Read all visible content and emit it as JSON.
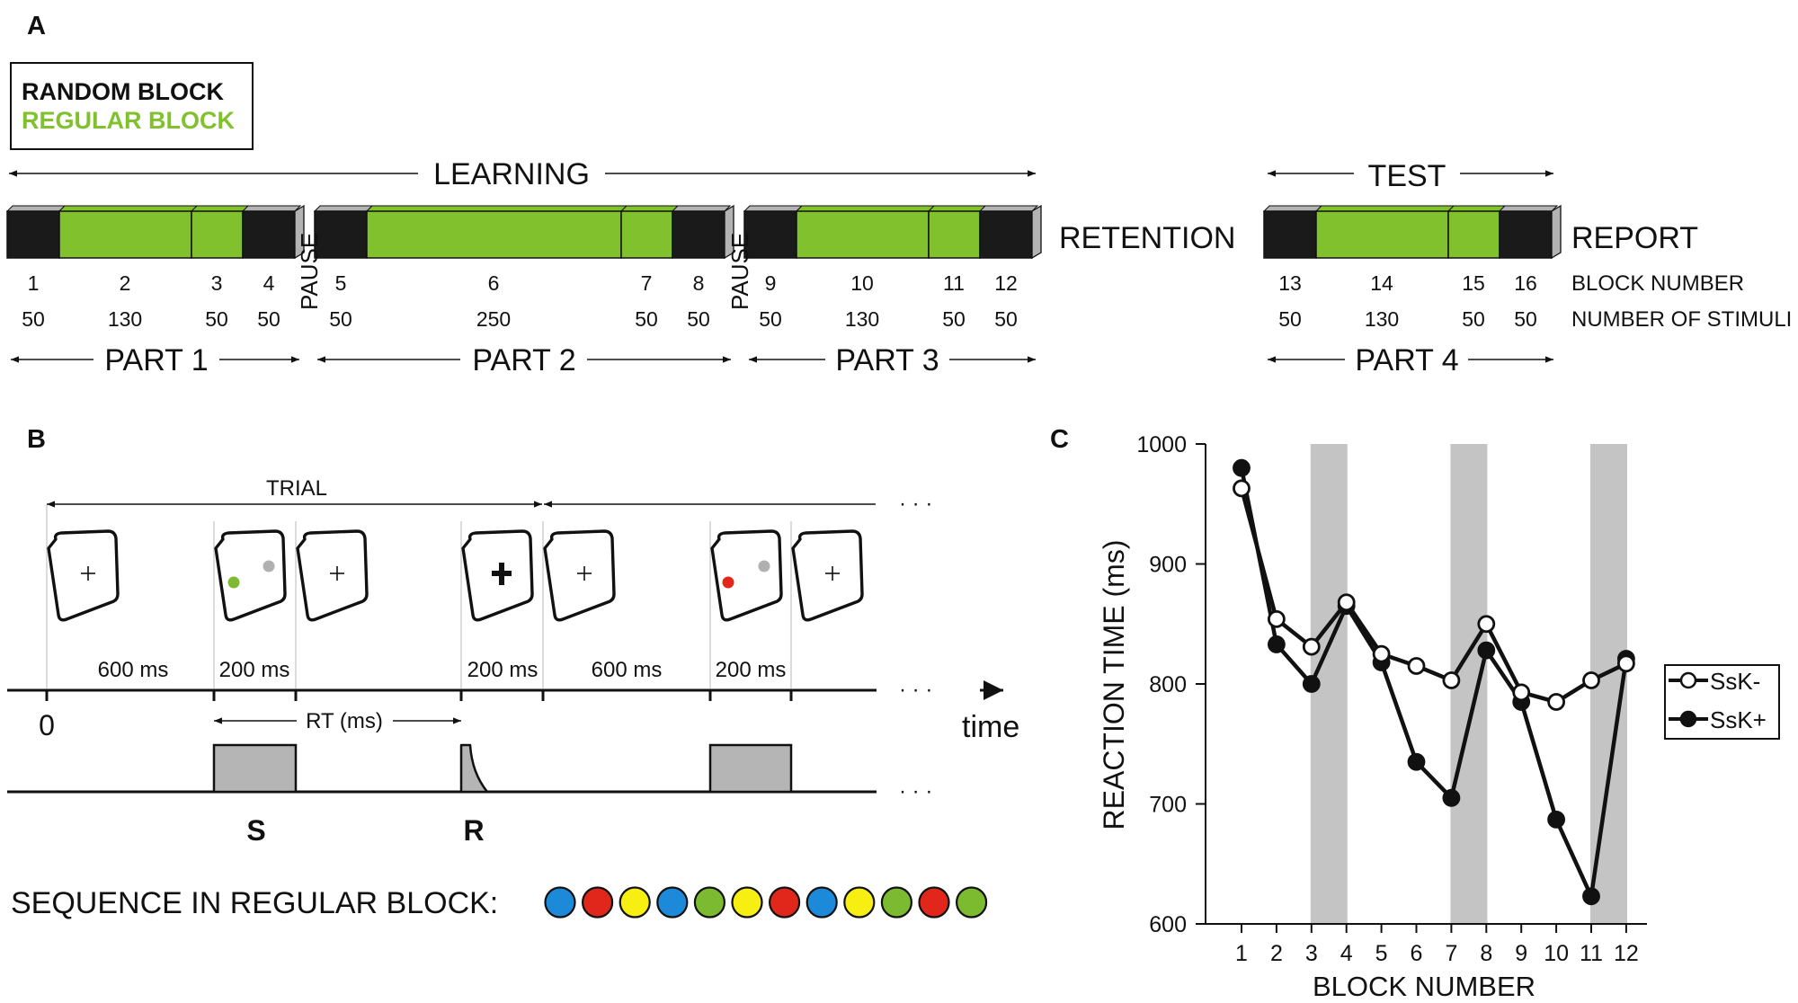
{
  "panel_a": {
    "label": "A",
    "legend": {
      "random": "RANDOM BLOCK",
      "regular": "REGULAR BLOCK"
    },
    "learning": "LEARNING",
    "test": "TEST",
    "retention": "RETENTION",
    "report": "REPORT",
    "pause": "PAUSE",
    "block_numbers": [
      "1",
      "2",
      "3",
      "4",
      "5",
      "6",
      "7",
      "8",
      "9",
      "10",
      "11",
      "12",
      "13",
      "14",
      "15",
      "16"
    ],
    "stimuli_counts": [
      "50",
      "130",
      "50",
      "50",
      "50",
      "250",
      "50",
      "50",
      "50",
      "130",
      "50",
      "50",
      "50",
      "130",
      "50",
      "50"
    ],
    "row_label_block": "BLOCK NUMBER",
    "row_label_stimuli": "NUMBER OF STIMULI",
    "parts": [
      "PART 1",
      "PART 2",
      "PART 3",
      "PART 4"
    ],
    "colors": {
      "random": "#1a1a1a",
      "regular": "#80c12d",
      "end_cap": "#b3b3b3"
    }
  },
  "panel_b": {
    "label": "B",
    "trial": "TRIAL",
    "dots": "· · ·",
    "durations": [
      "600 ms",
      "200 ms",
      "200 ms",
      "600 ms",
      "200 ms"
    ],
    "zero": "0",
    "time": "time",
    "rt": "RT (ms)",
    "s": "S",
    "r": "R",
    "sequence_label": "SEQUENCE IN REGULAR BLOCK:",
    "sequence_colors": [
      "#1d8ad9",
      "#e1271b",
      "#f7ee12",
      "#1d8ad9",
      "#7cba2f",
      "#f7ee12",
      "#e1271b",
      "#1d8ad9",
      "#f7ee12",
      "#7cba2f",
      "#e1271b",
      "#7cba2f"
    ],
    "stimulus_colors": {
      "green": "#7cba2f",
      "red": "#e1271b",
      "grey": "#b0b0b0"
    }
  },
  "panel_c": {
    "label": "C",
    "chart_data": {
      "type": "line",
      "xlabel": "BLOCK NUMBER",
      "ylabel": "REACTION TIME (ms)",
      "x": [
        1,
        2,
        3,
        4,
        5,
        6,
        7,
        8,
        9,
        10,
        11,
        12
      ],
      "ylim": [
        600,
        1000
      ],
      "yticks": [
        600,
        700,
        800,
        900,
        1000
      ],
      "shaded_blocks": [
        3,
        7,
        11
      ],
      "legend_position": "right",
      "series": [
        {
          "name": "SsK-",
          "marker": "open-circle",
          "values": [
            963,
            854,
            831,
            868,
            825,
            815,
            803,
            850,
            793,
            785,
            803,
            817
          ]
        },
        {
          "name": "SsK+",
          "marker": "filled-circle",
          "values": [
            980,
            833,
            800,
            865,
            818,
            735,
            705,
            828,
            785,
            687,
            623,
            821
          ]
        }
      ]
    }
  }
}
